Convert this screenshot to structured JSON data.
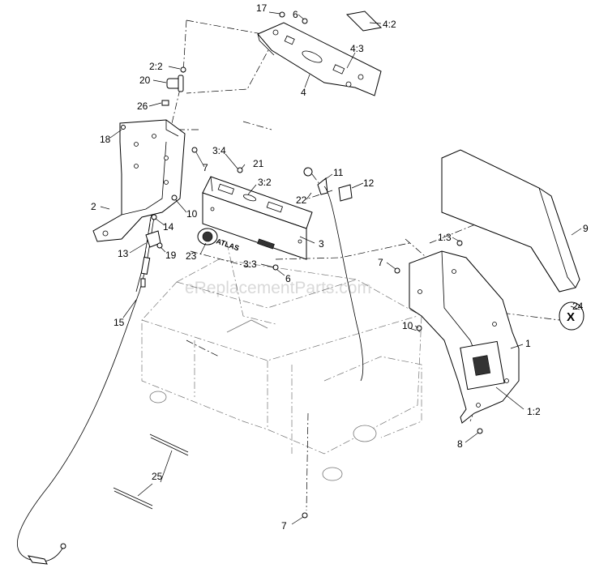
{
  "watermark": "eReplacementParts.com",
  "callouts": [
    {
      "id": "17",
      "text": "17"
    },
    {
      "id": "6a",
      "text": "6"
    },
    {
      "id": "4-2",
      "text": "4:2"
    },
    {
      "id": "2-2",
      "text": "2:2"
    },
    {
      "id": "4-3",
      "text": "4:3"
    },
    {
      "id": "20",
      "text": "20"
    },
    {
      "id": "4",
      "text": "4"
    },
    {
      "id": "26",
      "text": "26"
    },
    {
      "id": "18",
      "text": "18"
    },
    {
      "id": "3-4",
      "text": "3:4"
    },
    {
      "id": "21",
      "text": "21"
    },
    {
      "id": "7a",
      "text": "7"
    },
    {
      "id": "11",
      "text": "11"
    },
    {
      "id": "3-2",
      "text": "3:2"
    },
    {
      "id": "12",
      "text": "12"
    },
    {
      "id": "22",
      "text": "22"
    },
    {
      "id": "2",
      "text": "2"
    },
    {
      "id": "10a",
      "text": "10"
    },
    {
      "id": "14",
      "text": "14"
    },
    {
      "id": "9",
      "text": "9"
    },
    {
      "id": "3",
      "text": "3"
    },
    {
      "id": "1-3",
      "text": "1:3"
    },
    {
      "id": "13",
      "text": "13"
    },
    {
      "id": "19",
      "text": "19"
    },
    {
      "id": "23",
      "text": "23"
    },
    {
      "id": "7b",
      "text": "7"
    },
    {
      "id": "3-3",
      "text": "3:3"
    },
    {
      "id": "6b",
      "text": "6"
    },
    {
      "id": "24",
      "text": "24"
    },
    {
      "id": "15",
      "text": "15"
    },
    {
      "id": "10b",
      "text": "10"
    },
    {
      "id": "1",
      "text": "1"
    },
    {
      "id": "1-2",
      "text": "1:2"
    },
    {
      "id": "8",
      "text": "8"
    },
    {
      "id": "25",
      "text": "25"
    },
    {
      "id": "7c",
      "text": "7"
    }
  ],
  "decal_23_text": "ATLAS",
  "decal_24_text": "X"
}
